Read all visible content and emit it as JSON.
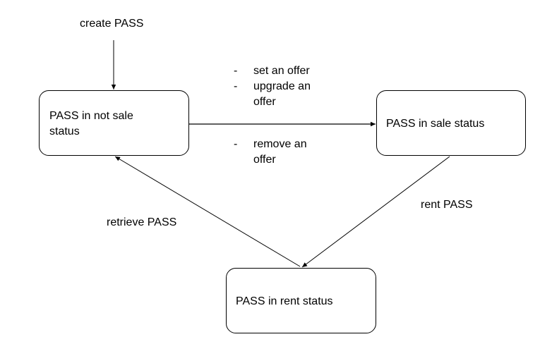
{
  "nodes": {
    "not_sale": {
      "label": "PASS in not sale\nstatus"
    },
    "sale": {
      "label": "PASS in sale status"
    },
    "rent": {
      "label": "PASS in rent status"
    }
  },
  "edges": {
    "create": {
      "label": "create PASS"
    },
    "retrieve": {
      "label": "retrieve PASS"
    },
    "rent": {
      "label": "rent PASS"
    },
    "offers_up": {
      "marker": "-",
      "items": [
        "set an offer",
        "upgrade an\noffer"
      ]
    },
    "offers_down": {
      "marker": "-",
      "items": [
        "remove an\noffer"
      ]
    }
  },
  "colors": {
    "line": "#000000",
    "background": "#ffffff",
    "text": "#000000"
  }
}
